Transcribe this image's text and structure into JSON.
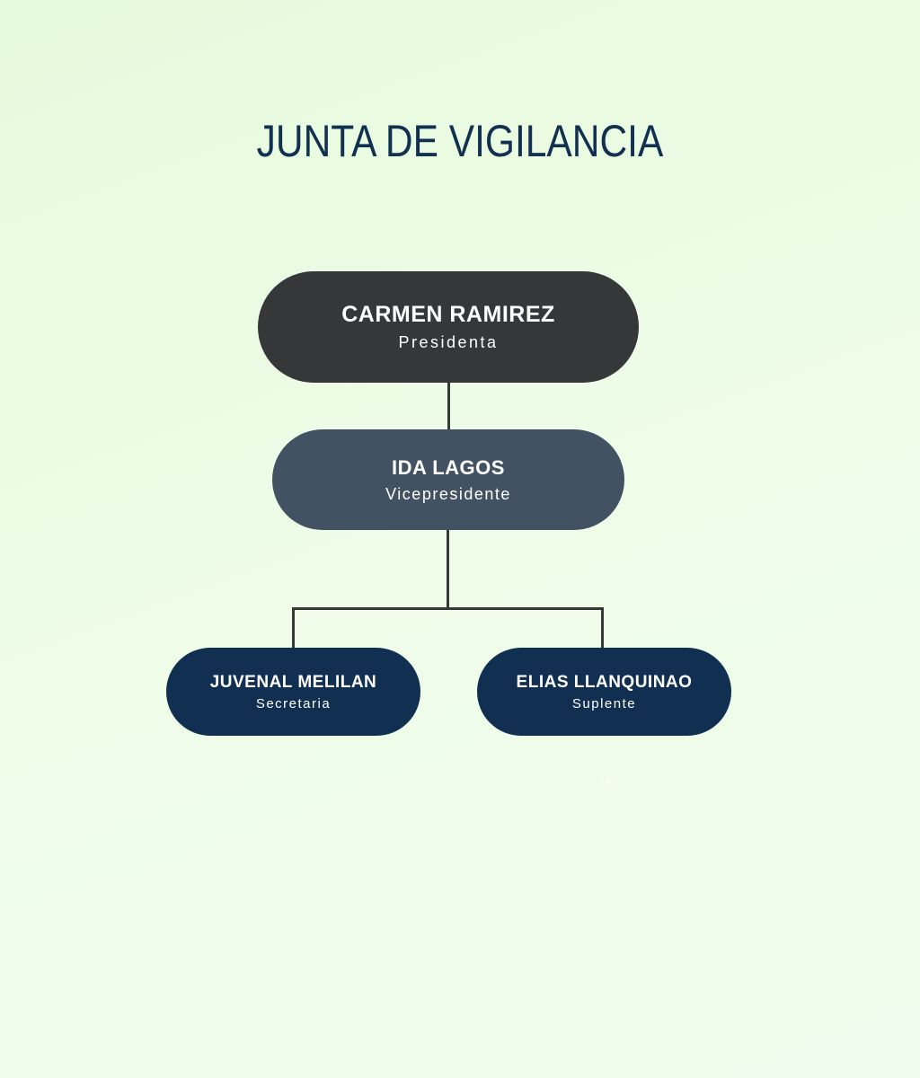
{
  "title": "JUNTA DE VIGILANCIA",
  "nodes": [
    {
      "name": "CARMEN RAMIREZ",
      "role": "Presidenta",
      "color": "#363738"
    },
    {
      "name": "IDA LAGOS",
      "role": "Vicepresidente",
      "color": "#435263"
    },
    {
      "name": "JUVENAL MELILAN",
      "role": "Secretaria",
      "color": "#112f51"
    },
    {
      "name": "ELIAS LLANQUINAO",
      "role": "Suplente",
      "color": "#112f51"
    }
  ],
  "stray_text": "ia"
}
